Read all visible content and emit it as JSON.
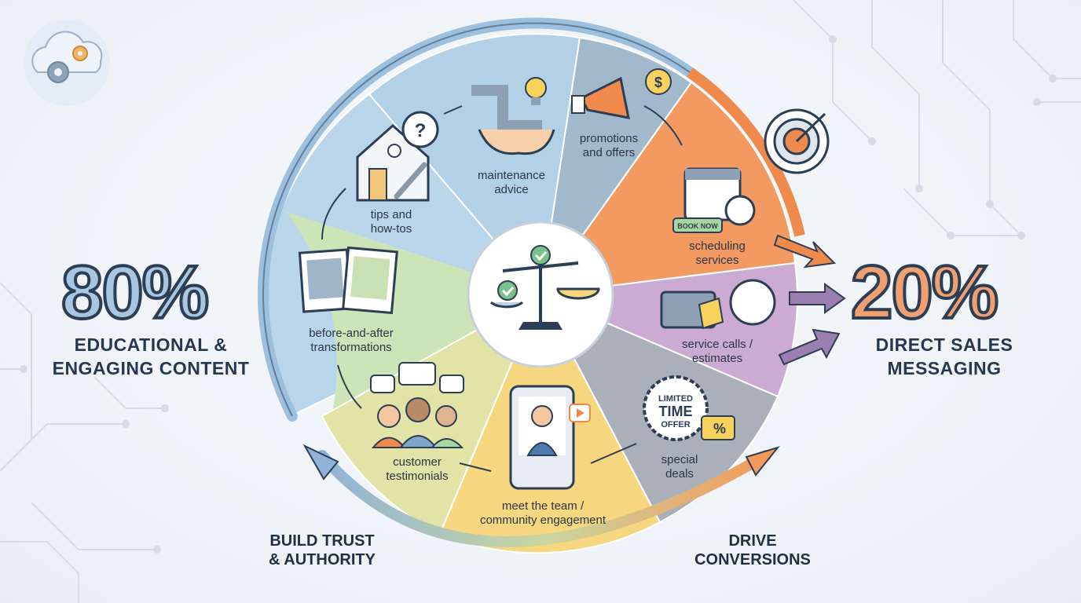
{
  "left_stat": {
    "percent": "80%",
    "title_line1": "EDUCATIONAL &",
    "title_line2": "ENGAGING CONTENT"
  },
  "right_stat": {
    "percent": "20%",
    "title_line1": "DIRECT SALES",
    "title_line2": "MESSAGING"
  },
  "bottom_left": {
    "line1": "BUILD TRUST",
    "line2": "& AUTHORITY"
  },
  "bottom_right": {
    "line1": "DRIVE",
    "line2": "CONVERSIONS"
  },
  "segments": [
    {
      "line1": "tips and",
      "line2": "how-tos",
      "color": "#b7d4e8"
    },
    {
      "line1": "maintenance",
      "line2": "advice",
      "color": "#b7d4e8"
    },
    {
      "line1": "promotions",
      "line2": "and offers",
      "color": "#9fb6c9"
    },
    {
      "line1": "before-and-after",
      "line2": "transformations",
      "color": "#c9e0b4"
    },
    {
      "line1": "customer",
      "line2": "testimonials",
      "color": "#dfe0a0"
    },
    {
      "line1": "meet the team /",
      "line2": "community engagement",
      "color": "#f4d57e"
    },
    {
      "line1": "scheduling",
      "line2": "services",
      "color": "#f2955e"
    },
    {
      "line1": "service calls /",
      "line2": "estimates",
      "color": "#c9a8cf"
    },
    {
      "line1": "special",
      "line2": "deals",
      "color": "#a6acb6"
    }
  ],
  "badges": {
    "book_now": "BOOK NOW",
    "limited": "LIMITED",
    "time": "TIME",
    "offer": "OFFER",
    "percent_sign": "%",
    "dollar": "$",
    "question": "?"
  },
  "colors": {
    "educational": "#a9c6e0",
    "sales": "#f0a070",
    "outline": "#2c3e55"
  }
}
